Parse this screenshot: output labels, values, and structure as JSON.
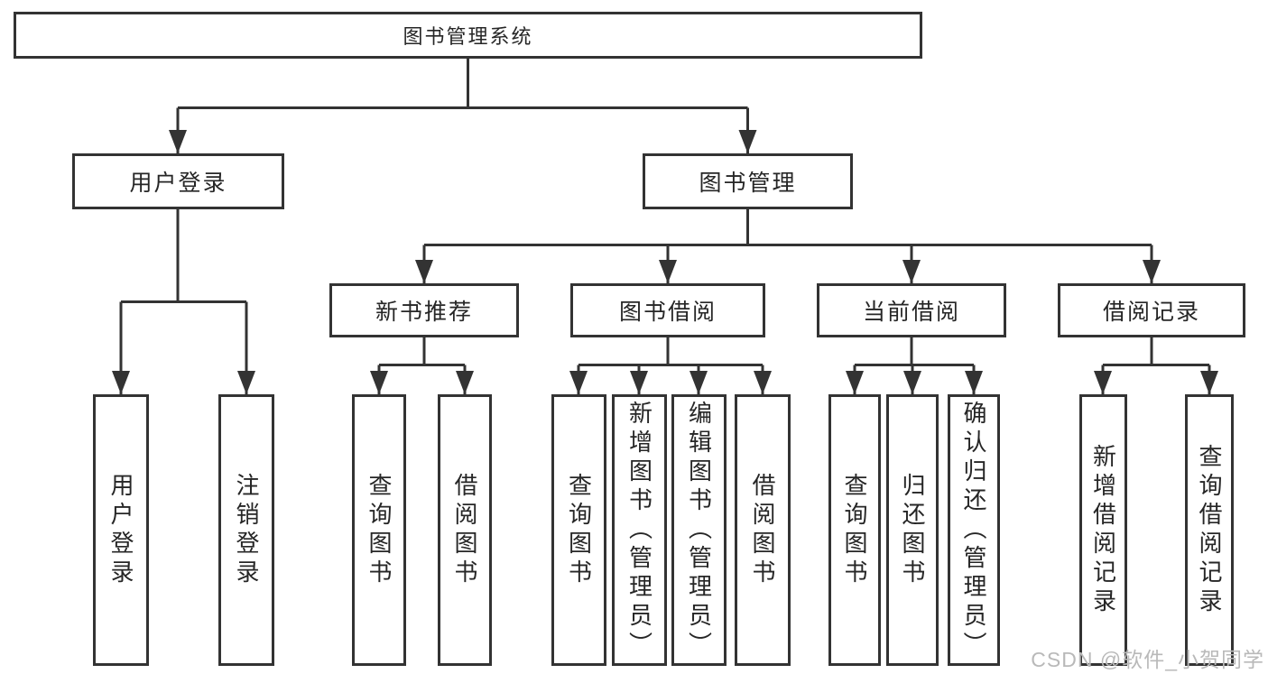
{
  "diagram": {
    "root": {
      "label": "图书管理系统"
    },
    "level2": {
      "user_login": {
        "label": "用户登录"
      },
      "book_management": {
        "label": "图书管理"
      }
    },
    "level3": {
      "new_book_recommend": {
        "label": "新书推荐"
      },
      "book_borrow": {
        "label": "图书借阅"
      },
      "current_borrow": {
        "label": "当前借阅"
      },
      "borrow_record": {
        "label": "借阅记录"
      }
    },
    "leaves": {
      "user_login": [
        "用户登录",
        "注销登录"
      ],
      "new_book_recommend": [
        "查询图书",
        "借阅图书"
      ],
      "book_borrow": [
        "查询图书",
        "新增图书（管理员）",
        "编辑图书（管理员）",
        "借阅图书"
      ],
      "current_borrow": [
        "查询图书",
        "归还图书",
        "确认归还（管理员）"
      ],
      "borrow_record": [
        "新增借阅记录",
        "查询借阅记录"
      ]
    },
    "colors": {
      "line": "#333333",
      "text": "#262626",
      "box_border": "#333333",
      "box_fill": "#ffffff"
    }
  },
  "watermark": {
    "text": "CSDN @软件_小贺同学",
    "color": "#b9b9b9"
  }
}
